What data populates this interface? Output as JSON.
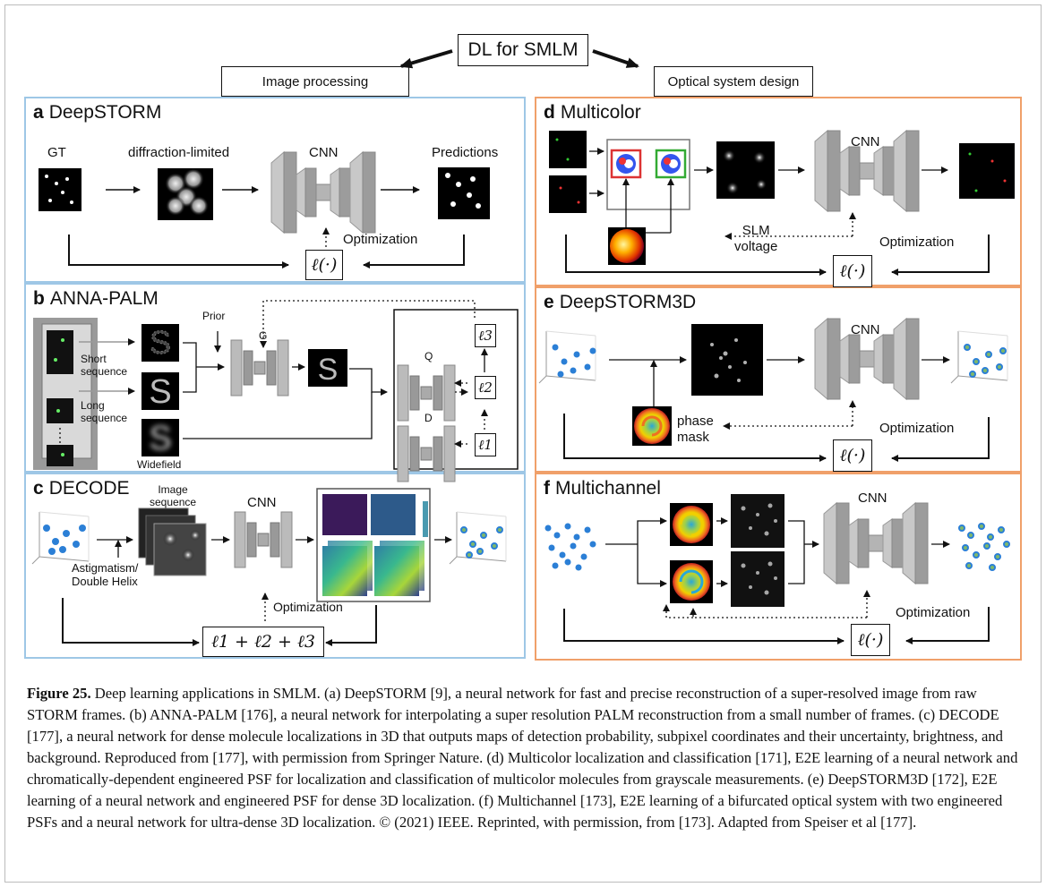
{
  "header": {
    "main": "DL for SMLM",
    "left": "Image processing",
    "right": "Optical system design"
  },
  "panels": {
    "a": {
      "letter": "a",
      "name": "DeepSTORM",
      "gt": "GT",
      "diff": "diffraction-limited",
      "cnn": "CNN",
      "pred": "Predictions",
      "opt": "Optimization",
      "loss": "ℓ(·)"
    },
    "b": {
      "letter": "b",
      "name": "ANNA-PALM",
      "prior": "Prior",
      "g": "G",
      "short": "Short\nsequence",
      "long": "Long\nsequence",
      "wide": "Widefield",
      "s": "S",
      "q": "Q",
      "d": "D",
      "l3": "ℓ3",
      "l2": "ℓ2",
      "l1": "ℓ1"
    },
    "c": {
      "letter": "c",
      "name": "DECODE",
      "seq": "Image\nsequence",
      "cnn": "CNN",
      "astig": "Astigmatism/\nDouble Helix",
      "opt": "Optimization",
      "loss": "ℓ1 + ℓ2 + ℓ3"
    },
    "d": {
      "letter": "d",
      "name": "Multicolor",
      "cnn": "CNN",
      "slm": "SLM\nvoltage",
      "opt": "Optimization",
      "loss": "ℓ(·)"
    },
    "e": {
      "letter": "e",
      "name": "DeepSTORM3D",
      "cnn": "CNN",
      "phase": "phase\nmask",
      "opt": "Optimization",
      "loss": "ℓ(·)"
    },
    "f": {
      "letter": "f",
      "name": "Multichannel",
      "cnn": "CNN",
      "opt": "Optimization",
      "loss": "ℓ(·)"
    }
  },
  "caption": {
    "label": "Figure 25.",
    "text": " Deep learning applications in SMLM. (a) DeepSTORM [9], a neural network for fast and precise reconstruction of a super-resolved image from raw STORM frames. (b) ANNA-PALM [176], a neural network for interpolating a super resolution PALM reconstruction from a small number of frames. (c) DECODE [177], a neural network for dense molecule localizations in 3D that outputs maps of detection probability, subpixel coordinates and their uncertainty, brightness, and background. Reproduced from [177], with permission from Springer Nature. (d) Multicolor localization and classification [171], E2E learning of a neural network and chromatically-dependent engineered PSF for localization and classification of multicolor molecules from grayscale measurements. (e) DeepSTORM3D [172], E2E learning of a neural network and engineered PSF for dense 3D localization. (f) Multichannel [173], E2E learning of a bifurcated optical system with two engineered PSFs and a neural network for ultra-dense 3D localization. © (2021) IEEE. Reprinted, with permission, from [173]. Adapted from Speiser et al [177]."
  },
  "colors": {
    "blue_panel": "#9ec7e6",
    "orange_panel": "#f0a06a",
    "link": "#2a86c2"
  }
}
